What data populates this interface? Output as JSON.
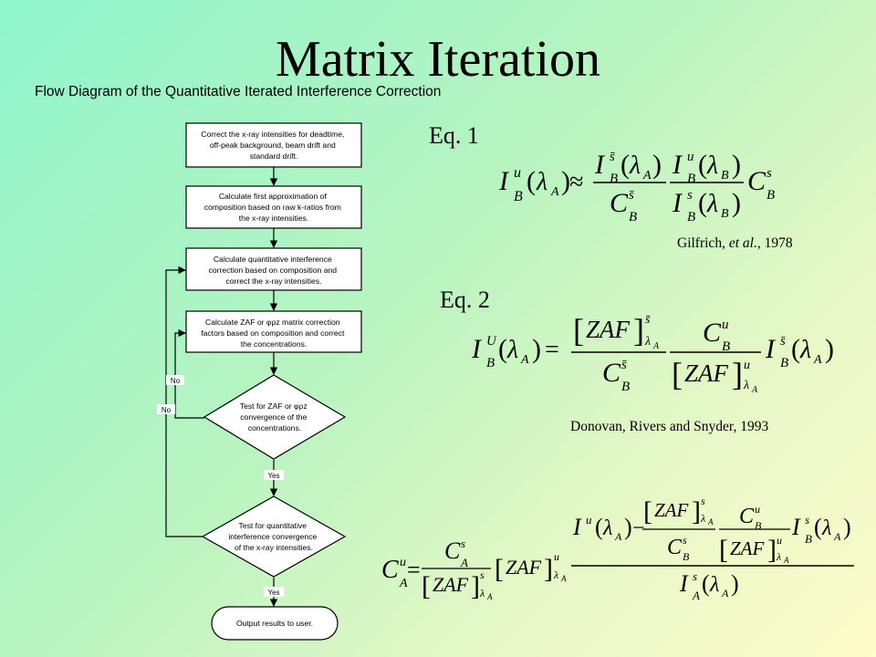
{
  "slide": {
    "title": "Matrix Iteration",
    "diagram_heading": "Flow Diagram of the Quantitative Iterated Interference Correction"
  },
  "flowchart": {
    "steps": [
      [
        "Correct the x-ray intensities for deadtime,",
        "off-peak background, beam drift and",
        "standard drift."
      ],
      [
        "Calculate first approximation of",
        "composition based on raw k-ratios from",
        "the x-ray intensities."
      ],
      [
        "Calculate quantitative interference",
        "correction based on composition and",
        "correct the x-ray intensities."
      ],
      [
        "Calculate ZAF or φρz matrix correction",
        "factors based on composition and correct",
        "the concentrations."
      ]
    ],
    "decisions": [
      [
        "Test for ZAF or φρz",
        "convergence of the",
        "concentrations."
      ],
      [
        "Test for quantitative",
        "interference convergence",
        "of the x-ray intensities."
      ]
    ],
    "terminal": "Output results to user.",
    "yes_label": "Yes",
    "no_label": "No"
  },
  "equations": {
    "eq1": {
      "label": "Eq. 1",
      "citation": "Gilfrich, et al., 1978"
    },
    "eq2": {
      "label": "Eq. 2",
      "citation": "Donovan, Rivers and Snyder, 1993"
    },
    "symbols": {
      "I": "I",
      "C": "C",
      "ZAF": "ZAF",
      "lambda": "λ",
      "A": "A",
      "B": "B",
      "u": "u",
      "U": "U",
      "s": "s",
      "sbar": "s̄",
      "approx": "≈",
      "eq": "=",
      "minus": "−",
      "lparen": "(",
      "rparen": ")",
      "lbracket": "[",
      "rbracket": "]"
    }
  }
}
